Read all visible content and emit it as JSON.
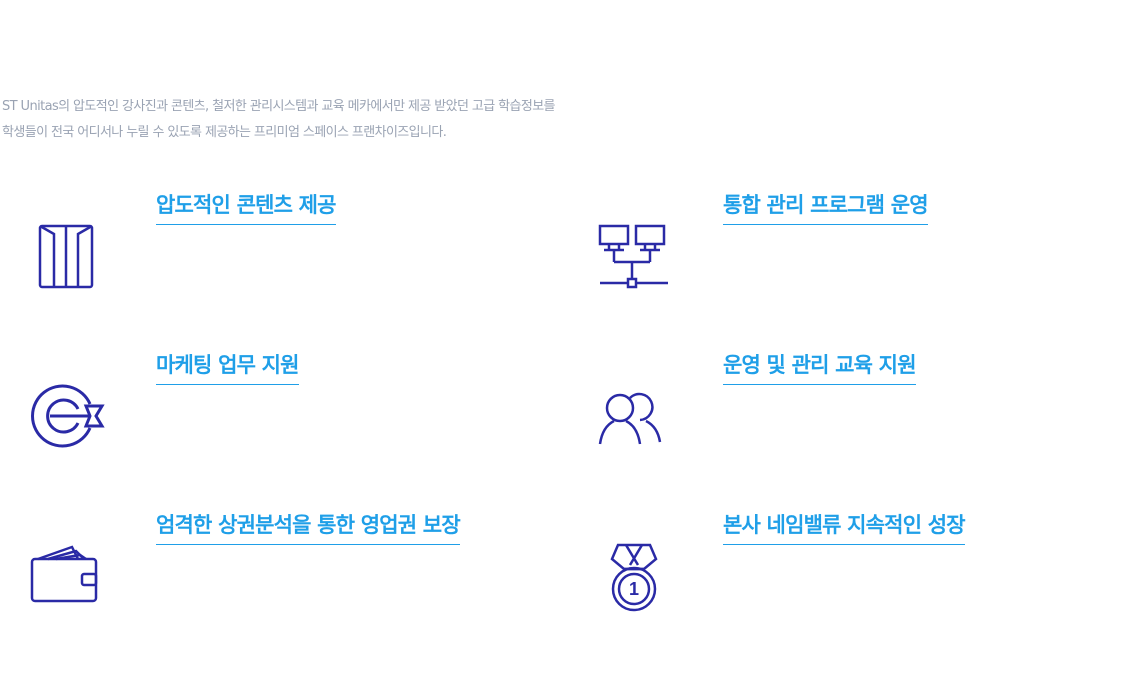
{
  "intro": {
    "line1": "ST Unitas의 압도적인 강사진과 콘텐츠, 철저한 관리시스템과 교육 메카에서만 제공 받았던 고급 학습정보를",
    "line2": "학생들이 전국 어디서나 누릴 수 있도록 제공하는 프리미엄 스페이스 프랜차이즈입니다."
  },
  "features": [
    {
      "title": "압도적인 콘텐츠 제공",
      "icon": "book-icon"
    },
    {
      "title": "통합 관리 프로그램 운영",
      "icon": "network-icon"
    },
    {
      "title": "마케팅 업무 지원",
      "icon": "target-icon"
    },
    {
      "title": "운영 및 관리 교육 지원",
      "icon": "users-icon"
    },
    {
      "title": "엄격한 상권분석을 통한 영업권 보장",
      "icon": "wallet-icon"
    },
    {
      "title": "본사 네임밸류 지속적인 성장",
      "icon": "medal-icon"
    }
  ],
  "medal_number": "1",
  "colors": {
    "accent": "#1f9fe8",
    "icon": "#2a2aa6",
    "intro_text": "#9aa3b3"
  }
}
